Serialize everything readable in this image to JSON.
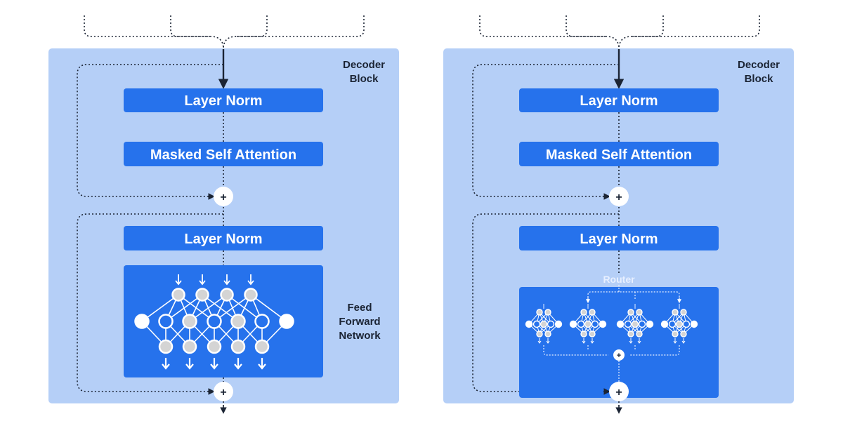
{
  "left_panel": {
    "block_title_line1": "Decoder",
    "block_title_line2": "Block",
    "layer_norm_1": "Layer Norm",
    "attention": "Masked Self Attention",
    "layer_norm_2": "Layer Norm",
    "ffn_label_line1": "Feed",
    "ffn_label_line2": "Forward",
    "ffn_label_line3": "Network",
    "residual_add_symbol": "+"
  },
  "right_panel": {
    "block_title_line1": "Decoder",
    "block_title_line2": "Block",
    "layer_norm_1": "Layer Norm",
    "attention": "Masked Self Attention",
    "layer_norm_2": "Layer Norm",
    "router_label": "Router",
    "residual_add_symbol": "+"
  },
  "colors": {
    "panel_bg": "#b5cff7",
    "box_fill": "#2672ec",
    "line": "#1b2434",
    "node_fill_gray": "#d4d4d4"
  }
}
